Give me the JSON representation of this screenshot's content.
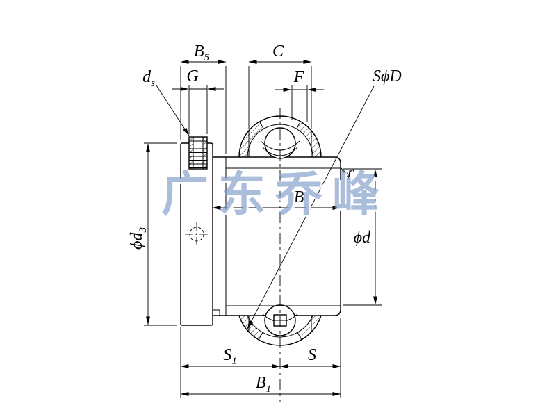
{
  "watermark": {
    "text": "广东乔峰",
    "color": "#7e9cc8"
  },
  "colors": {
    "line": "#000000",
    "background": "#ffffff",
    "watermark": "#7e9cc8"
  },
  "labels": {
    "b5": {
      "main": "B",
      "sub": "5"
    },
    "c": {
      "main": "C"
    },
    "ds": {
      "main": "d",
      "sub": "s"
    },
    "g": {
      "main": "G"
    },
    "f": {
      "main": "F"
    },
    "sphiD": {
      "main": "SϕD"
    },
    "r": {
      "main": "r"
    },
    "b": {
      "main": "B"
    },
    "phid3": {
      "main": "ϕd",
      "sub": "3"
    },
    "phid": {
      "main": "ϕd"
    },
    "s1": {
      "main": "S",
      "sub": "1"
    },
    "s": {
      "main": "S"
    },
    "b1": {
      "main": "B",
      "sub": "1"
    }
  }
}
